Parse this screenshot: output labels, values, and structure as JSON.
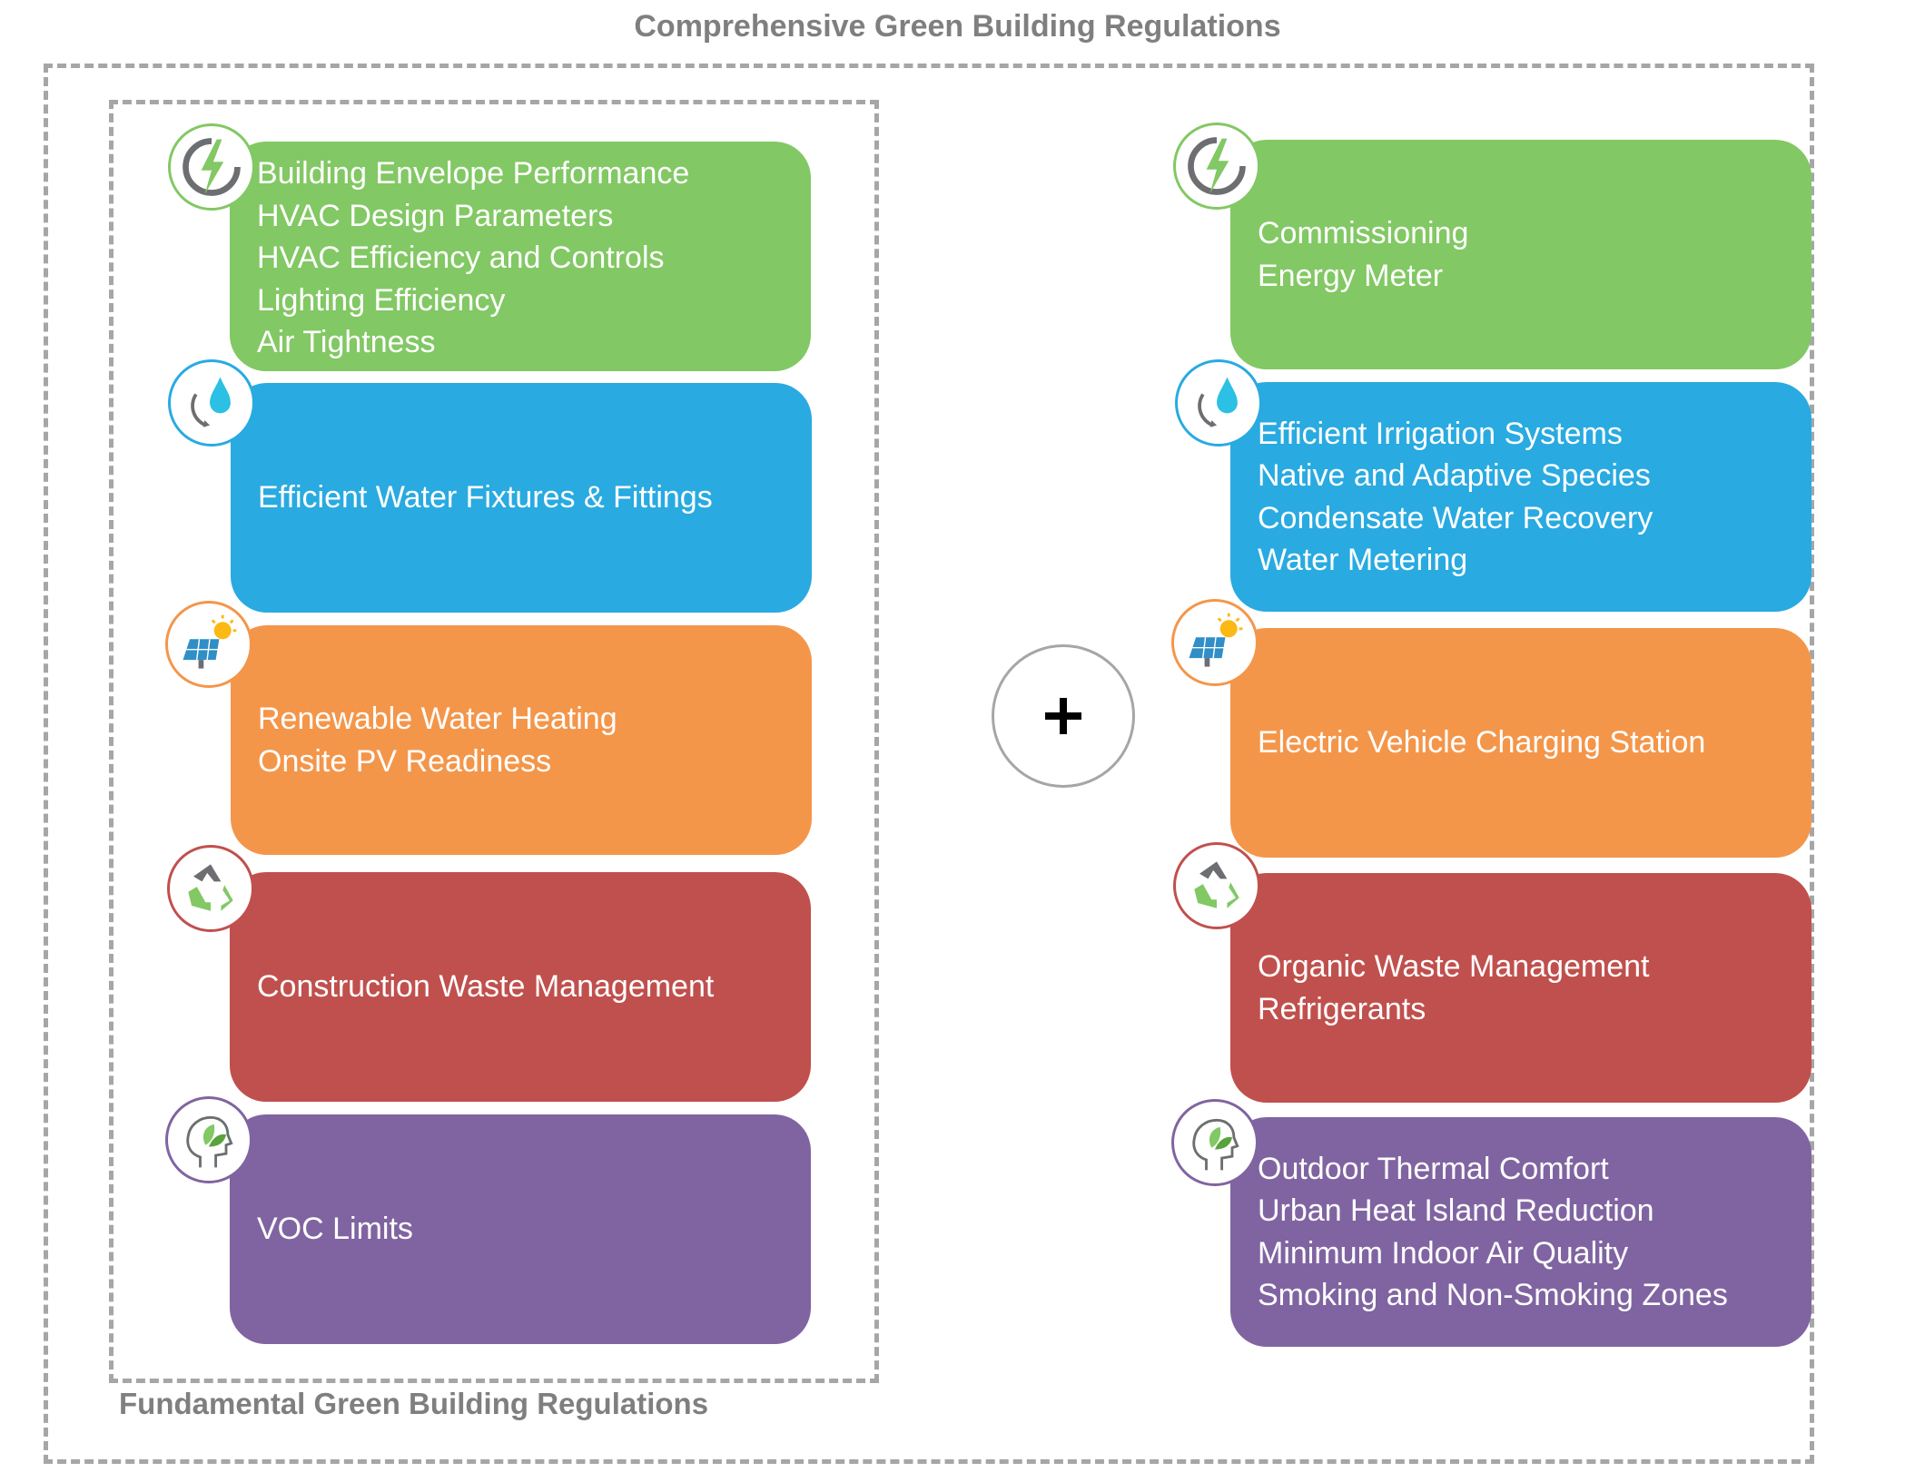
{
  "title_comprehensive": "Comprehensive Green Building Regulations",
  "title_fundamental": "Fundamental Green Building Regulations",
  "operator_icon": "plus-icon",
  "colors": {
    "energy": "#82c864",
    "water": "#29aae1",
    "renewable": "#f4964a",
    "waste": "#c0504d",
    "health": "#8064a1",
    "frame": "#a6a6a6",
    "title": "#7f7f7f"
  },
  "fundamental": {
    "energy": {
      "icon": "lightning-bolt-icon",
      "items": [
        "Building Envelope Performance",
        "HVAC Design Parameters",
        "HVAC Efficiency and Controls",
        "Lighting Efficiency",
        "Air Tightness"
      ]
    },
    "water": {
      "icon": "water-drop-recycle-icon",
      "items": [
        "Efficient Water Fixtures & Fittings"
      ]
    },
    "renewable": {
      "icon": "solar-panel-sun-icon",
      "items": [
        "Renewable Water Heating",
        "Onsite PV Readiness"
      ]
    },
    "waste": {
      "icon": "recycle-arrows-icon",
      "items": [
        "Construction Waste Management"
      ]
    },
    "health": {
      "icon": "head-leaves-icon",
      "items": [
        "VOC Limits"
      ]
    }
  },
  "comprehensive": {
    "energy": {
      "icon": "lightning-bolt-icon",
      "items": [
        "Commissioning",
        "Energy Meter"
      ]
    },
    "water": {
      "icon": "water-drop-recycle-icon",
      "items": [
        "Efficient Irrigation Systems",
        "Native and Adaptive Species",
        "Condensate Water Recovery",
        "Water Metering"
      ]
    },
    "renewable": {
      "icon": "solar-panel-sun-icon",
      "items": [
        "Electric Vehicle Charging Station"
      ]
    },
    "waste": {
      "icon": "recycle-arrows-icon",
      "items": [
        "Organic Waste Management",
        "Refrigerants"
      ]
    },
    "health": {
      "icon": "head-leaves-icon",
      "items": [
        "Outdoor Thermal Comfort",
        "Urban Heat Island Reduction",
        "Minimum Indoor Air Quality",
        "Smoking and Non-Smoking Zones"
      ]
    }
  }
}
